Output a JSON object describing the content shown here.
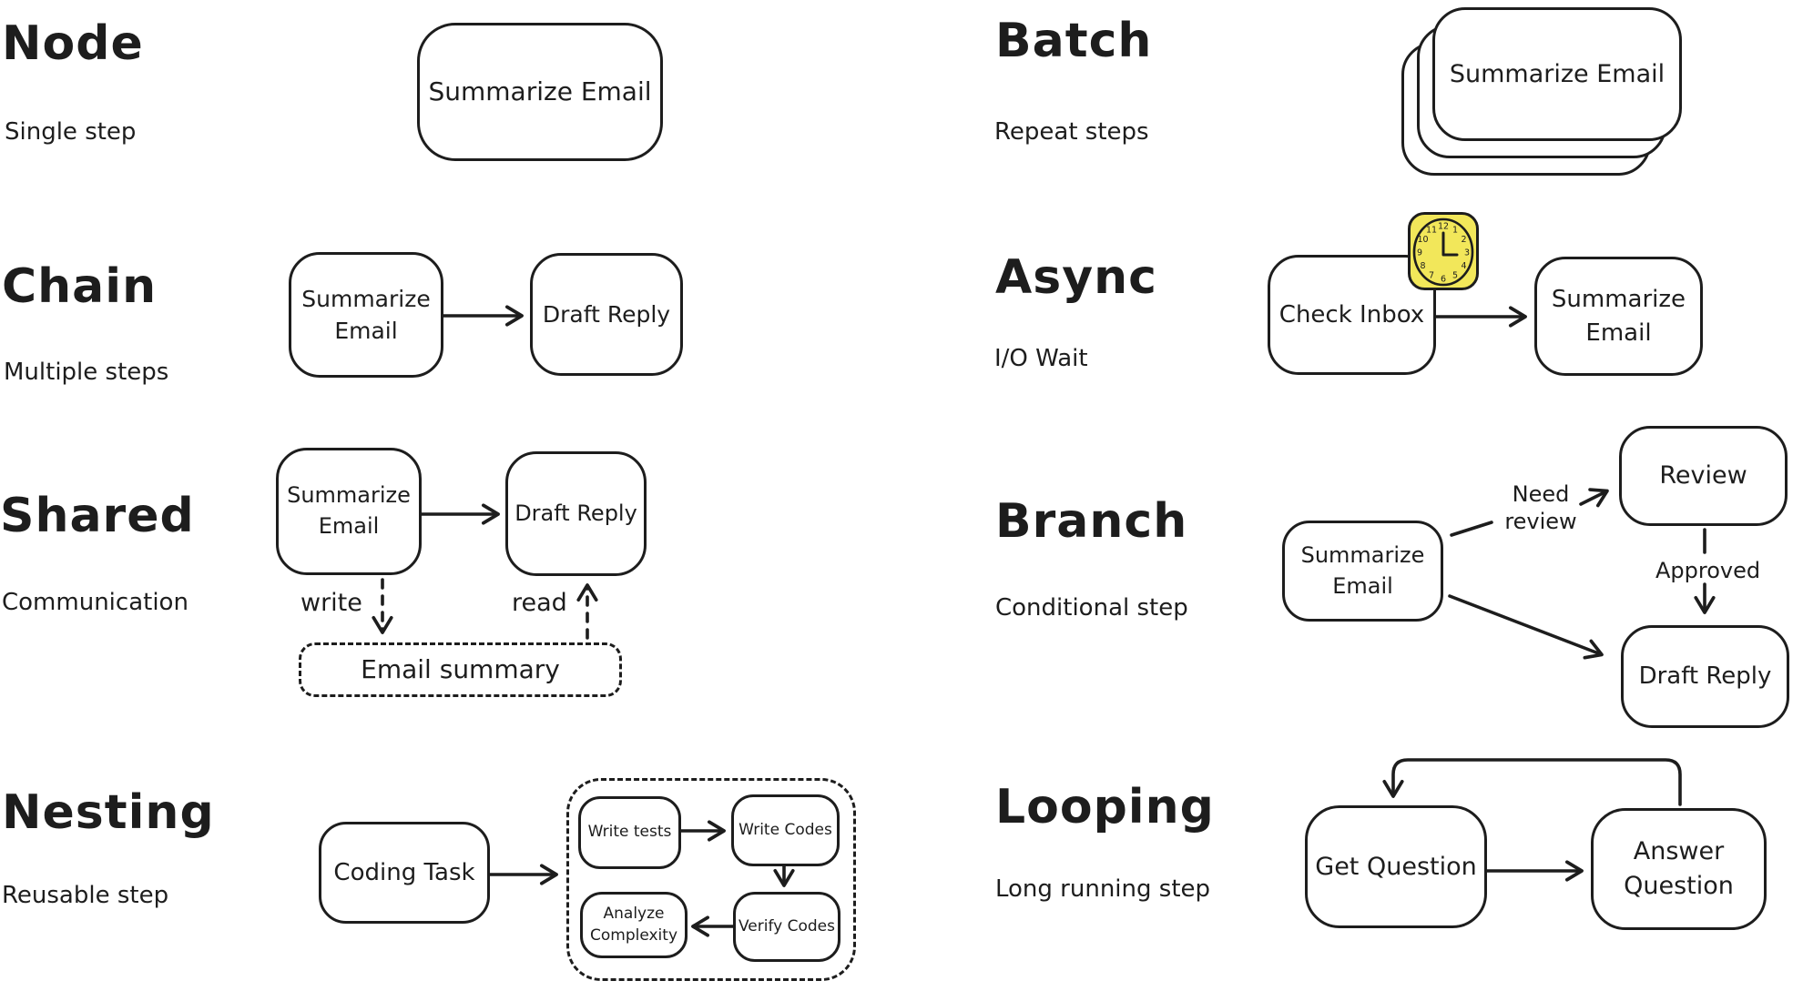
{
  "colors": {
    "ink": "#1d1d1d",
    "clock_yellow": "#f2e75a",
    "background": "#ffffff"
  },
  "sections": {
    "node": {
      "title": "Node",
      "subtitle": "Single step",
      "box1": "Summarize Email"
    },
    "chain": {
      "title": "Chain",
      "subtitle": "Multiple steps",
      "box1": "Summarize Email",
      "box2": "Draft Reply"
    },
    "shared": {
      "title": "Shared",
      "subtitle": "Communication",
      "box1": "Summarize Email",
      "box2": "Draft Reply",
      "write_label": "write",
      "read_label": "read",
      "store": "Email summary"
    },
    "nesting": {
      "title": "Nesting",
      "subtitle": "Reusable step",
      "box1": "Coding Task",
      "nested": {
        "box1": "Write tests",
        "box2": "Write Codes",
        "box3": "Analyze Complexity",
        "box4": "Verify Codes"
      }
    },
    "batch": {
      "title": "Batch",
      "subtitle": "Repeat steps",
      "box1": "Summarize Email"
    },
    "async": {
      "title": "Async",
      "subtitle": "I/O Wait",
      "box1": "Check Inbox",
      "box2": "Summarize Email"
    },
    "branch": {
      "title": "Branch",
      "subtitle": "Conditional step",
      "box1": "Summarize Email",
      "box2": "Review",
      "box3": "Draft Reply",
      "need_review_label": "Need\nreview",
      "approved_label": "Approved"
    },
    "looping": {
      "title": "Looping",
      "subtitle": "Long running step",
      "box1": "Get Question",
      "box2": "Answer Question"
    }
  },
  "clock": {
    "numbers": [
      "12",
      "1",
      "2",
      "3",
      "4",
      "5",
      "6",
      "7",
      "8",
      "9",
      "10",
      "11"
    ]
  }
}
